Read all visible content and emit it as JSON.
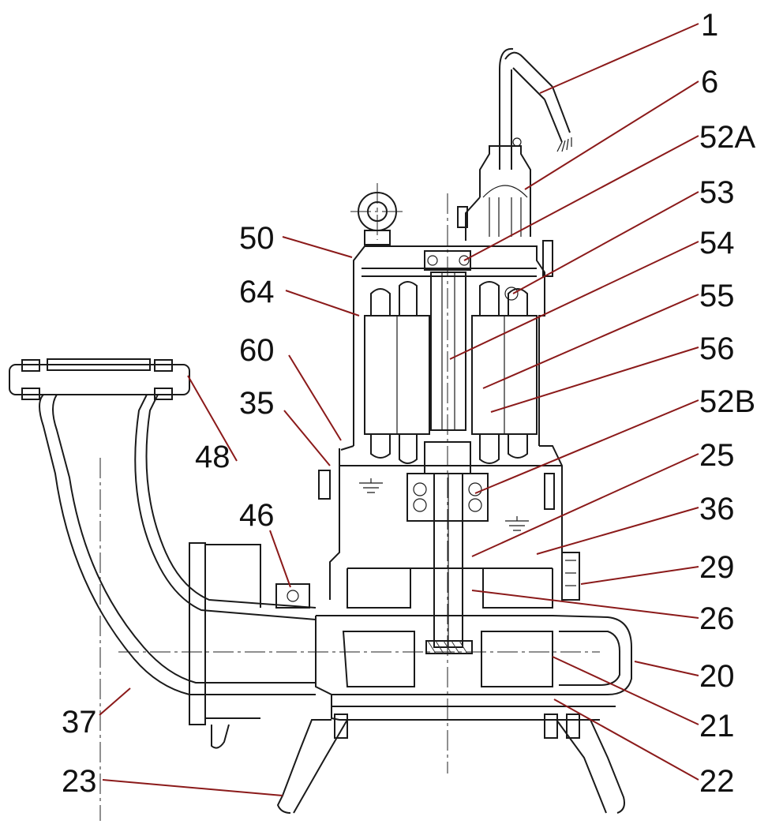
{
  "diagram": {
    "colors": {
      "leader": "#8b1a1a",
      "outline": "#1a1a1a"
    },
    "callouts": [
      {
        "id": "1",
        "label": "1"
      },
      {
        "id": "6",
        "label": "6"
      },
      {
        "id": "52A",
        "label": "52A"
      },
      {
        "id": "53",
        "label": "53"
      },
      {
        "id": "54",
        "label": "54"
      },
      {
        "id": "55",
        "label": "55"
      },
      {
        "id": "56",
        "label": "56"
      },
      {
        "id": "52B",
        "label": "52B"
      },
      {
        "id": "25",
        "label": "25"
      },
      {
        "id": "36",
        "label": "36"
      },
      {
        "id": "29",
        "label": "29"
      },
      {
        "id": "26",
        "label": "26"
      },
      {
        "id": "20",
        "label": "20"
      },
      {
        "id": "21",
        "label": "21"
      },
      {
        "id": "22",
        "label": "22"
      },
      {
        "id": "50",
        "label": "50"
      },
      {
        "id": "64",
        "label": "64"
      },
      {
        "id": "60",
        "label": "60"
      },
      {
        "id": "35",
        "label": "35"
      },
      {
        "id": "48",
        "label": "48"
      },
      {
        "id": "46",
        "label": "46"
      },
      {
        "id": "37",
        "label": "37"
      },
      {
        "id": "23",
        "label": "23"
      }
    ]
  }
}
